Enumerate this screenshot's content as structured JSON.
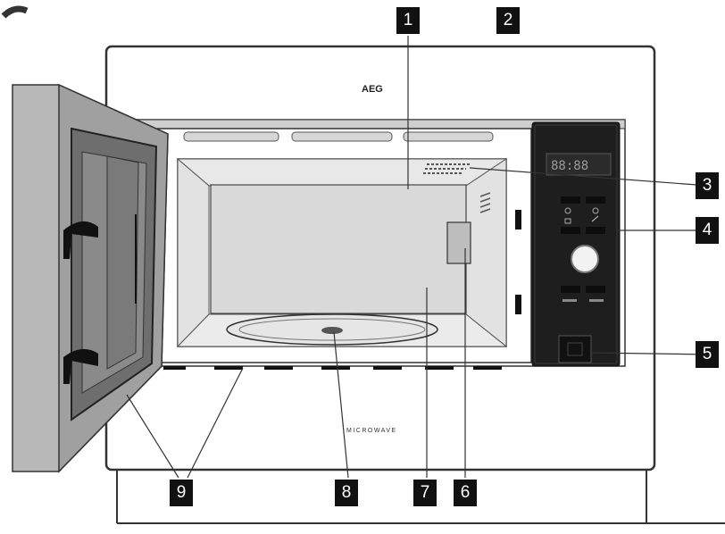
{
  "brand": "AEG",
  "model_text": "MICROWAVE",
  "display_text": "88:88",
  "callouts": [
    {
      "id": "1",
      "label": "1"
    },
    {
      "id": "2",
      "label": "2"
    },
    {
      "id": "3",
      "label": "3"
    },
    {
      "id": "4",
      "label": "4"
    },
    {
      "id": "5",
      "label": "5"
    },
    {
      "id": "6",
      "label": "6"
    },
    {
      "id": "7",
      "label": "7"
    },
    {
      "id": "8",
      "label": "8"
    },
    {
      "id": "9",
      "label": "9"
    }
  ],
  "colors": {
    "line": "#333333",
    "panel": "#1e1e1e",
    "door": "#b8b8b8",
    "door_dark": "#6e6e6e",
    "cavity": "#f4f4f4",
    "callout_bg": "#111111"
  }
}
